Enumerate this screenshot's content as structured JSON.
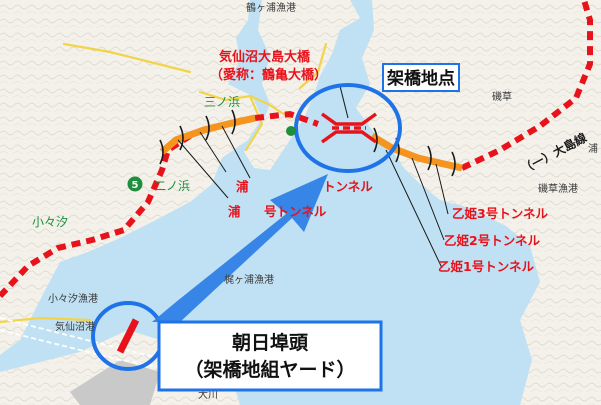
{
  "places": {
    "tsurugaura": "鶴ヶ浦漁港",
    "isokusa": "磯草",
    "isokusa_port": "磯草漁港",
    "kajigaura": "梶ヶ浦漁港",
    "kokogoshio_port": "小々汐漁港",
    "kesennuma_port": "気仙沼港",
    "okawa": "大川",
    "ura": "浦"
  },
  "green_labels": {
    "sannohama": "三ノ浜",
    "ninohama": "二ノ浜",
    "kokogoshio": "小々汐"
  },
  "route_marker": "5",
  "bridge": {
    "name": "気仙沼大島大橋",
    "nickname": "（愛称：鶴亀大橋）"
  },
  "site_label": "架橋地点",
  "road_label": "（一）大島線",
  "tunnels": {
    "left_a": "浦",
    "left_a_rest": "トンネル",
    "left_b": "浦",
    "left_b_rest": "号トンネル",
    "t3": "乙姫3号トンネル",
    "t2": "乙姫2号トンネル",
    "t1": "乙姫1号トンネル"
  },
  "yard": {
    "line1": "朝日埠頭",
    "line2": "（架橋地組ヤード）"
  },
  "colors": {
    "sea": "#bfe1f3",
    "land": "#f3f1ea",
    "road": "#e8121b",
    "tunnel": "#f5941f",
    "highlight": "#1e73e8",
    "yellow_road": "#f2d44a"
  }
}
